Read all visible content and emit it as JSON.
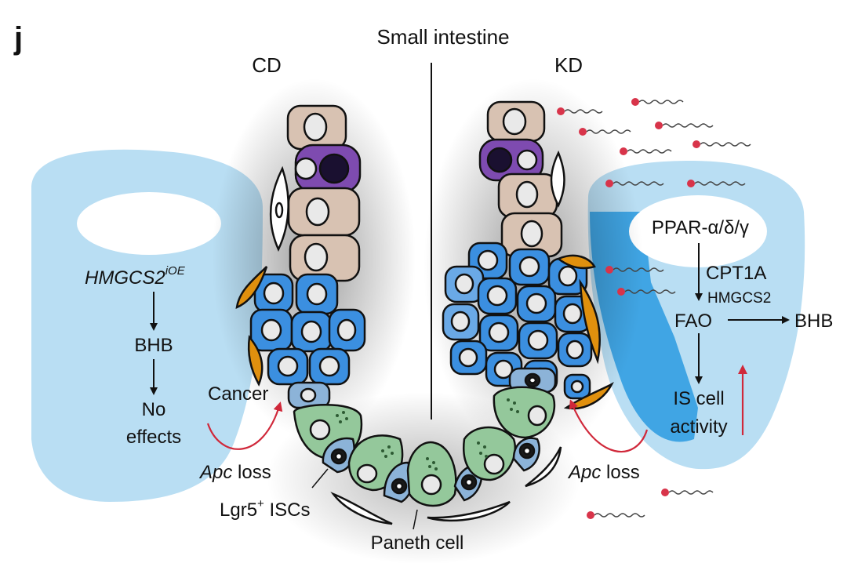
{
  "panel_letter": "j",
  "title": "Small intestine",
  "left": {
    "condition": "CD",
    "gene": "HMGCS2",
    "gene_sup": "iOE",
    "metabolite": "BHB",
    "outcome_line1": "No",
    "outcome_line2": "effects",
    "cancer_label": "Cancer",
    "apc_gene": "Apc",
    "apc_suffix": " loss"
  },
  "right": {
    "condition": "KD",
    "receptor": "PPAR-α/δ/γ",
    "enzyme1": "CPT1A",
    "enzyme2": "HMGCS2",
    "process": "FAO",
    "metabolite": "BHB",
    "outcome_line1": "IS cell",
    "outcome_line2": "activity",
    "apc_gene": "Apc",
    "apc_suffix": " loss"
  },
  "bottom": {
    "stem_label": "Lgr5",
    "stem_sup": "+",
    "stem_suffix": " ISCs",
    "paneth_label": "Paneth cell"
  },
  "colors": {
    "lumen_blue": "#b9def3",
    "lumen_dark": "#2a9be0",
    "villus_cell": "#d8c2b2",
    "goblet": "#7e4bb0",
    "stem": "#8cb3d8",
    "paneth": "#94c89b",
    "progenitor": "#3b8fe0",
    "niche_orange": "#e0900e",
    "arrow_red": "#d0283a",
    "lipid_head": "#d8344a"
  }
}
